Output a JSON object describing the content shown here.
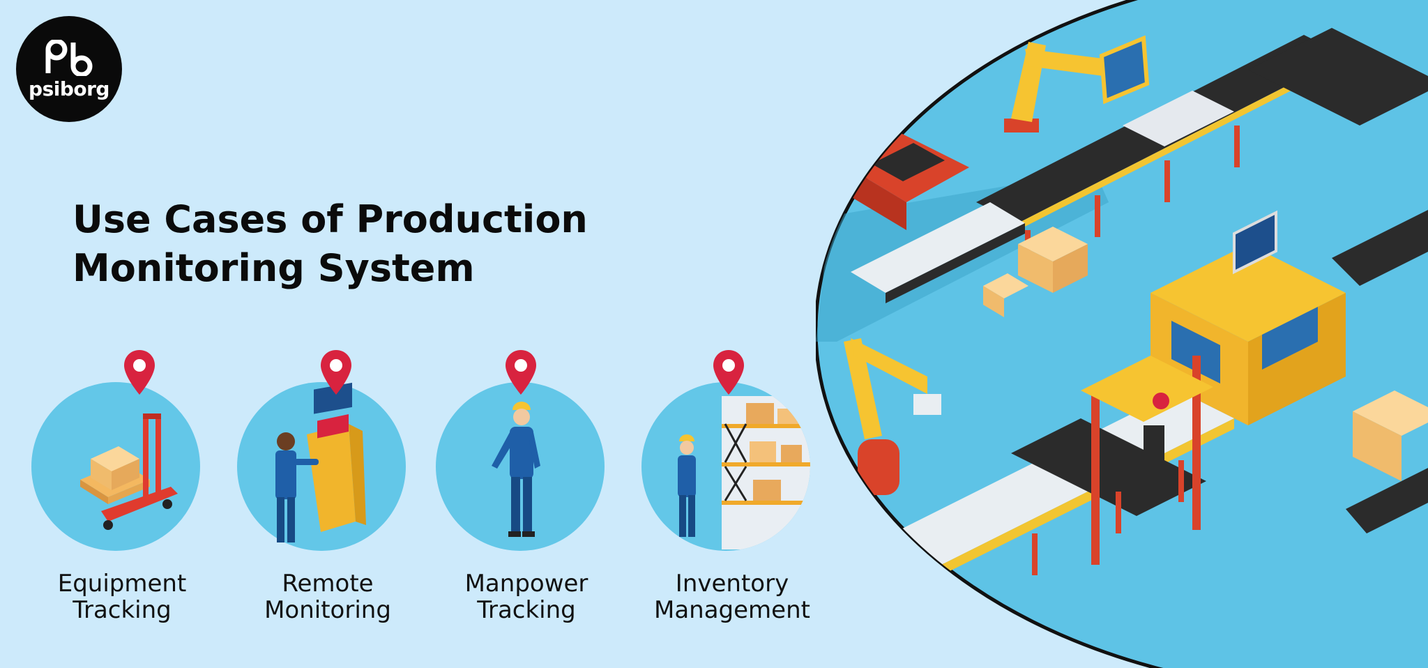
{
  "brand": {
    "name": "psiborg",
    "mark": "pb"
  },
  "title": {
    "line1": "Use Cases of Production",
    "line2": "Monitoring System"
  },
  "use_cases": [
    {
      "line1": "Equipment",
      "line2": "Tracking",
      "icon": "pallet-jack-icon"
    },
    {
      "line1": "Remote",
      "line2": "Monitoring",
      "icon": "control-panel-operator-icon"
    },
    {
      "line1": "Manpower",
      "line2": "Tracking",
      "icon": "worker-icon"
    },
    {
      "line1": "Inventory",
      "line2": "Management",
      "icon": "warehouse-shelf-icon"
    }
  ],
  "colors": {
    "background": "#cdeafb",
    "circle": "#63c7e8",
    "pin": "#d8233f",
    "factory_floor": "#5ec3e6",
    "belt": "#2b2b2b",
    "machine_yellow": "#f6c431",
    "machine_red": "#d9432a"
  }
}
